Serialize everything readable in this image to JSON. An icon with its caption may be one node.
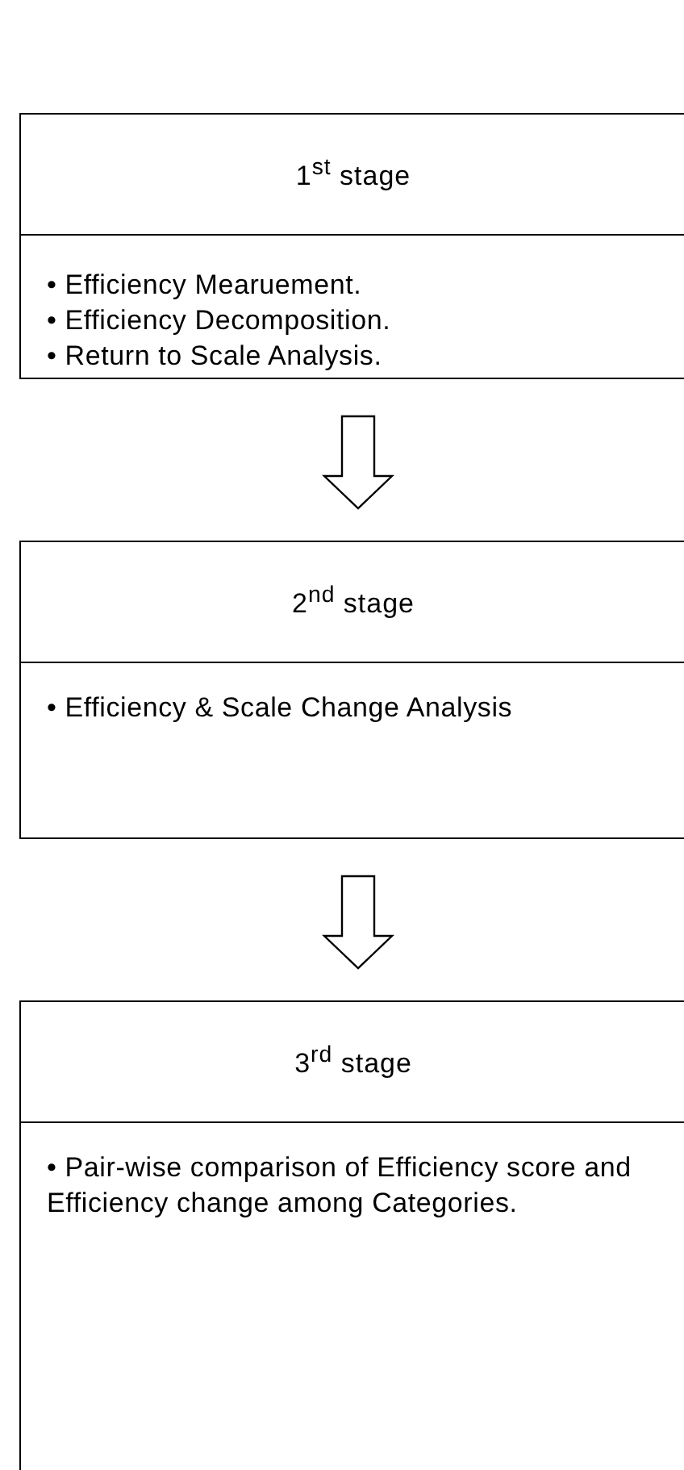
{
  "diagram": {
    "nodes": [
      {
        "text": [
          "1$^{st}$ stage",
          "• Efficiency Mearuement.",
          "• Efficiency Decomposition.",
          "• Return to Scale Analysis."
        ]
      },
      {
        "text": [
          "2$^{nd}$ stage",
          "• Efficiency & Scale Change Analysis"
        ]
      },
      {
        "text": [
          "3$^{rd}$ stage",
          "• Pair-wise comparison of Efficiency score and Efficiency change among Categories."
        ]
      }
    ],
    "edges": [
      {
        "from": 0,
        "to": 1,
        "arrow": "to"
      },
      {
        "from": 1,
        "to": 2,
        "arrow": "to"
      }
    ]
  }
}
